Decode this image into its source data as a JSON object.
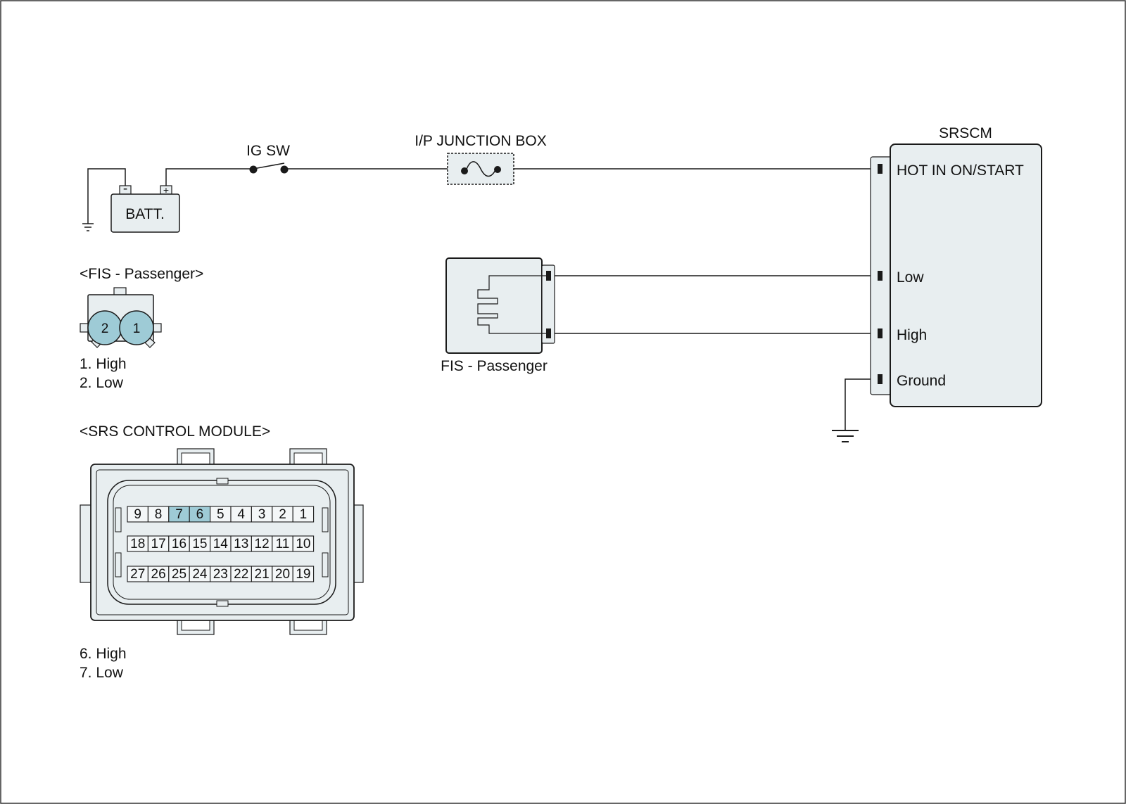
{
  "colors": {
    "line": "#1a1a1a",
    "component_fill": "#e8eef0",
    "pin_highlight": "#9ecbd6",
    "background": "#ffffff"
  },
  "components": {
    "battery": {
      "label": "BATT.",
      "neg": "-",
      "pos": "+"
    },
    "ig_switch": {
      "label": "IG SW"
    },
    "junction_box": {
      "label": "I/P JUNCTION BOX"
    },
    "srscm": {
      "title": "SRSCM",
      "pins": [
        "HOT IN ON/START",
        "Low",
        "High",
        "Ground"
      ]
    },
    "fis_sensor": {
      "label": "FIS - Passenger"
    }
  },
  "connector_fis": {
    "title": "<FIS - Passenger>",
    "pins": [
      "2",
      "1"
    ],
    "legend": [
      "1. High",
      "2. Low"
    ]
  },
  "connector_srs": {
    "title": "<SRS CONTROL MODULE>",
    "rows": [
      [
        "9",
        "8",
        "7",
        "6",
        "5",
        "4",
        "3",
        "2",
        "1"
      ],
      [
        "18",
        "17",
        "16",
        "15",
        "14",
        "13",
        "12",
        "11",
        "10"
      ],
      [
        "27",
        "26",
        "25",
        "24",
        "23",
        "22",
        "21",
        "20",
        "19"
      ]
    ],
    "highlighted": [
      "7",
      "6"
    ],
    "legend": [
      "6. High",
      "7. Low"
    ]
  }
}
